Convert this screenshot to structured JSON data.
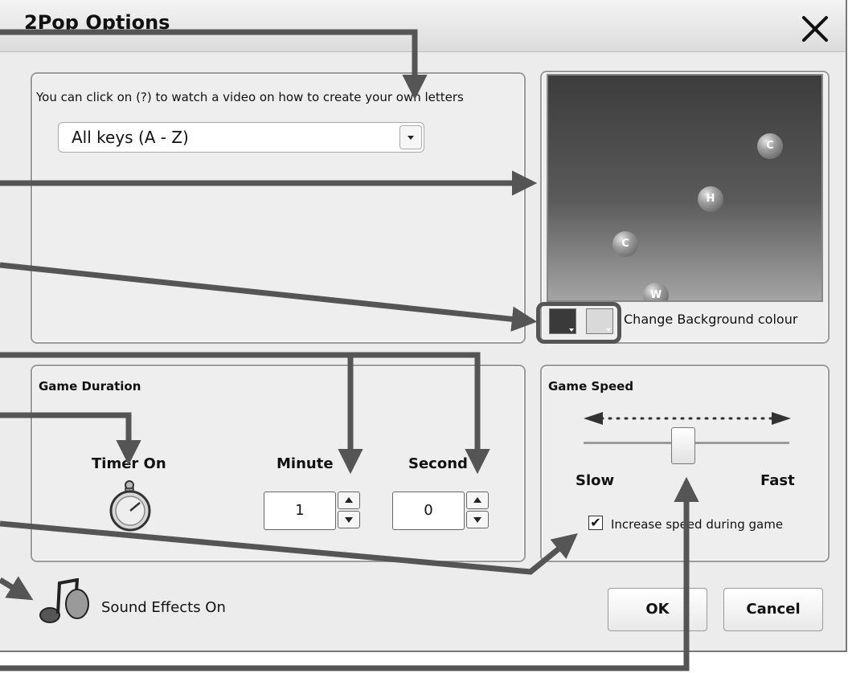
{
  "window": {
    "title": "2Pop Options"
  },
  "letters": {
    "hint": "You can click on (?) to watch a video on how to create your own letters",
    "dropdown_value": "All keys (A - Z)"
  },
  "preview": {
    "balls": [
      "C",
      "H",
      "C",
      "W"
    ],
    "change_bg_label": "Change Background colour",
    "swatch_colors": [
      "#3a3a3a",
      "#d9d9d9"
    ]
  },
  "duration": {
    "title": "Game Duration",
    "timer_label": "Timer On",
    "minute_label": "Minute",
    "minute_value": "1",
    "second_label": "Second",
    "second_value": "0"
  },
  "speed": {
    "title": "Game Speed",
    "slow_label": "Slow",
    "fast_label": "Fast",
    "slider_level": 0.48,
    "increase_label": "Increase speed during game",
    "increase_checked": true
  },
  "sound": {
    "label": "Sound Effects On"
  },
  "buttons": {
    "ok": "OK",
    "cancel": "Cancel"
  }
}
